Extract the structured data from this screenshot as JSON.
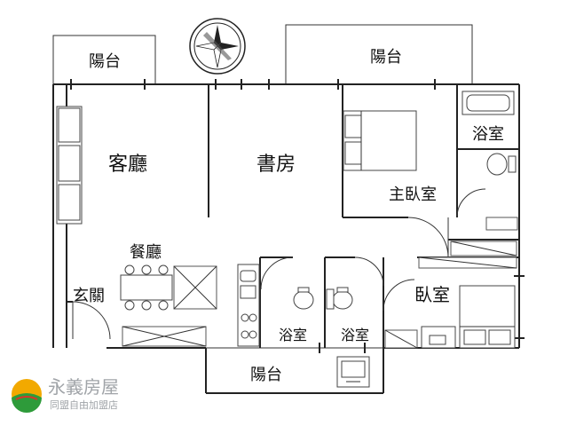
{
  "rooms": {
    "balcony_left": "陽台",
    "balcony_top": "陽台",
    "balcony_bottom": "陽台",
    "living": "客廳",
    "study": "書房",
    "master": "主臥室",
    "bath_master": "浴室",
    "dining": "餐廳",
    "entry": "玄關",
    "bedroom": "臥室",
    "bath_a": "浴室",
    "bath_b": "浴室"
  },
  "logo": {
    "name": "永義房屋",
    "tagline": "同盟自由加盟店",
    "colors": {
      "sun": "#f2a900",
      "field": "#2e9b3a",
      "accent": "#d9342b"
    }
  },
  "compass": {
    "icon": "compass-rose-icon",
    "needle": "#222222"
  }
}
